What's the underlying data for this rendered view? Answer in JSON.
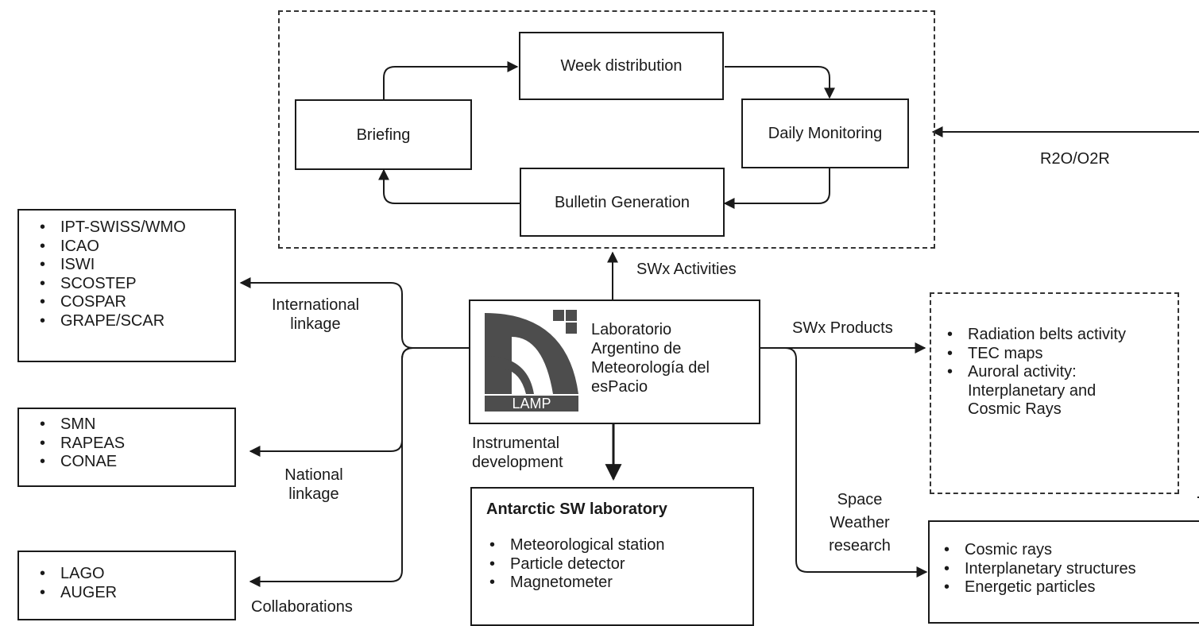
{
  "workflow": {
    "briefing": "Briefing",
    "week_distribution": "Week distribution",
    "daily_monitoring": "Daily Monitoring",
    "bulletin_generation": "Bulletin Generation"
  },
  "edges": {
    "r2o_o2r": "R2O/O2R",
    "swx_activities": "SWx Activities",
    "international_linkage": [
      "International",
      "linkage"
    ],
    "national_linkage": [
      "National",
      "linkage"
    ],
    "collaborations": "Collaborations",
    "swx_products": "SWx Products",
    "instrumental_development": [
      "Instrumental",
      "development"
    ],
    "space_weather_research": [
      "Space",
      "Weather",
      "research"
    ]
  },
  "center": {
    "name_lines": [
      "Laboratorio",
      "Argentino de",
      "Meteorología del",
      "esPacio"
    ],
    "logo_text": "LAMP"
  },
  "international": [
    "IPT-SWISS/WMO",
    "ICAO",
    "ISWI",
    "SCOSTEP",
    "COSPAR",
    "GRAPE/SCAR"
  ],
  "national": [
    "SMN",
    "RAPEAS",
    "CONAE"
  ],
  "collaborations_list": [
    "LAGO",
    "AUGER"
  ],
  "products": [
    "Radiation belts activity",
    "TEC maps",
    "Auroral activity:",
    "Interplanetary and",
    "Cosmic Rays"
  ],
  "antarctic": {
    "title": "Antarctic SW laboratory",
    "items": [
      "Meteorological station",
      "Particle detector",
      "Magnetometer"
    ]
  },
  "research_topics": [
    "Cosmic rays",
    "Interplanetary structures",
    "Energetic particles"
  ]
}
